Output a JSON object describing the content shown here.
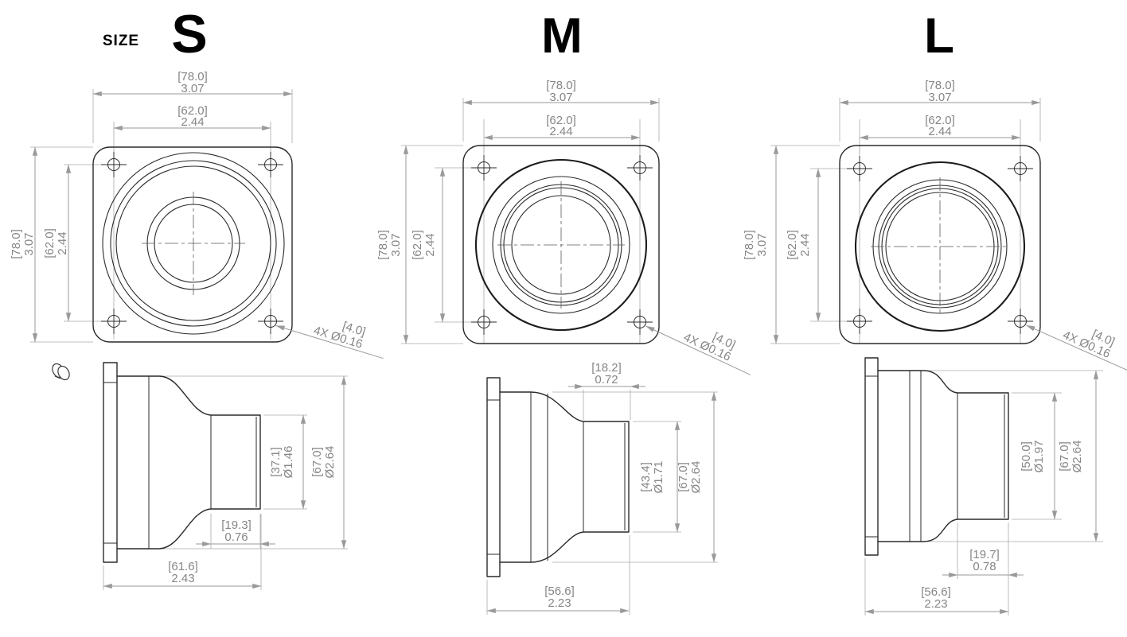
{
  "title": "Flanged adapter drawing, sizes S / M / L",
  "colors": {
    "part_line": "#2a2a2a",
    "dimension_line": "#9a9a9a",
    "dimension_text": "#868686",
    "header_text": "#000000",
    "background": "#ffffff"
  },
  "header": {
    "size_label": "SIZE"
  },
  "sizes": [
    {
      "name": "S",
      "front": {
        "width": {
          "mm": "[78.0]",
          "inch": "3.07"
        },
        "bolt_spacing_x": {
          "mm": "[62.0]",
          "inch": "2.44"
        },
        "height": {
          "mm": "[78.0]",
          "inch": "3.07"
        },
        "bolt_spacing_y": {
          "mm": "[62.0]",
          "inch": "2.44"
        },
        "holes": {
          "mm": "[4.0]",
          "label": "4X Ø0.16"
        }
      },
      "side": {
        "tip_dia": {
          "mm": "[37.1]",
          "inch": "Ø1.46"
        },
        "max_dia": {
          "mm": "[67.0]",
          "inch": "Ø2.64"
        },
        "tip_len": {
          "mm": "[19.3]",
          "inch": "0.76"
        },
        "total_len": {
          "mm": "[61.6]",
          "inch": "2.43"
        }
      }
    },
    {
      "name": "M",
      "front": {
        "width": {
          "mm": "[78.0]",
          "inch": "3.07"
        },
        "bolt_spacing_x": {
          "mm": "[62.0]",
          "inch": "2.44"
        },
        "height": {
          "mm": "[78.0]",
          "inch": "3.07"
        },
        "bolt_spacing_y": {
          "mm": "[62.0]",
          "inch": "2.44"
        },
        "holes": {
          "mm": "[4.0]",
          "label": "4X Ø0.16"
        }
      },
      "side": {
        "tip_dia": {
          "mm": "[43.4]",
          "inch": "Ø1.71"
        },
        "max_dia": {
          "mm": "[67.0]",
          "inch": "Ø2.64"
        },
        "tip_len": {
          "mm": "[18.2]",
          "inch": "0.72"
        },
        "total_len": {
          "mm": "[56.6]",
          "inch": "2.23"
        }
      }
    },
    {
      "name": "L",
      "front": {
        "width": {
          "mm": "[78.0]",
          "inch": "3.07"
        },
        "bolt_spacing_x": {
          "mm": "[62.0]",
          "inch": "2.44"
        },
        "height": {
          "mm": "[78.0]",
          "inch": "3.07"
        },
        "bolt_spacing_y": {
          "mm": "[62.0]",
          "inch": "2.44"
        },
        "holes": {
          "mm": "[4.0]",
          "label": "4X Ø0.16"
        }
      },
      "side": {
        "tip_dia": {
          "mm": "[50.0]",
          "inch": "Ø1.97"
        },
        "max_dia": {
          "mm": "[67.0]",
          "inch": "Ø2.64"
        },
        "tip_len": {
          "mm": "[19.7]",
          "inch": "0.78"
        },
        "total_len": {
          "mm": "[56.6]",
          "inch": "2.23"
        }
      }
    }
  ]
}
